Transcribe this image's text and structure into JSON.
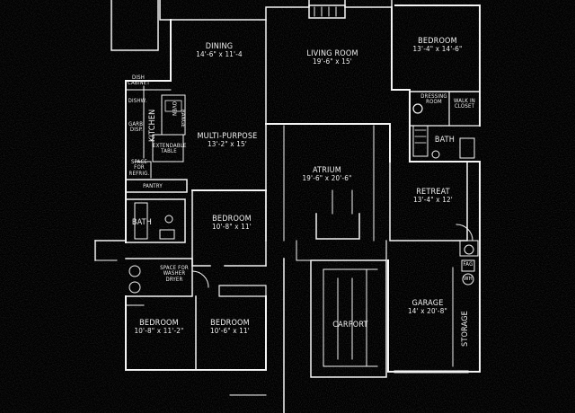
{
  "rooms": {
    "dining": {
      "name": "DINING",
      "dims": "14'-6\" x 11'-4"
    },
    "living": {
      "name": "LIVING ROOM",
      "dims": "19'-6\" x 15'"
    },
    "bedroom_master": {
      "name": "BEDROOM",
      "dims": "13'-4\" x 14'-6\""
    },
    "dressing": {
      "name": "DRESSING ROOM"
    },
    "walkin": {
      "name": "WALK IN CLOSET"
    },
    "bath_master": {
      "name": "BATH"
    },
    "multipurpose": {
      "name": "MULTI-PURPOSE",
      "dims": "13'-2\" x 15'"
    },
    "atrium": {
      "name": "ATRIUM",
      "dims": "19'-6\" x 20'-6\""
    },
    "retreat": {
      "name": "RETREAT",
      "dims": "13'-4\" x 12'"
    },
    "bedroom_mid": {
      "name": "BEDROOM",
      "dims": "10'-8\" x 11'"
    },
    "bath_hall": {
      "name": "BATH"
    },
    "garage": {
      "name": "GARAGE",
      "dims": "14' x 20'-8\""
    },
    "storage": {
      "name": "STORAGE"
    },
    "carport": {
      "name": "CARPORT"
    },
    "bedroom_sw": {
      "name": "BEDROOM",
      "dims": "10'-8\" x 11'-2\""
    },
    "bedroom_s": {
      "name": "BEDROOM",
      "dims": "10'-6\" x 11'"
    }
  },
  "kitchen": {
    "name": "KITCHEN",
    "dish_cabinet": "DISH CABINET",
    "dishw": "DISHW.",
    "garb_disp": "GARB. DISP.",
    "oven": "OVEN",
    "range": "RANGE",
    "extendable_table": "EXTENDABLE TABLE",
    "space_refrig": "SPACE FOR REFRIG.",
    "pantry": "PANTRY"
  },
  "laundry": {
    "label": "SPACE FOR WASHER DRYER"
  },
  "utility": {
    "fag": "FAG",
    "wh": "WH"
  }
}
